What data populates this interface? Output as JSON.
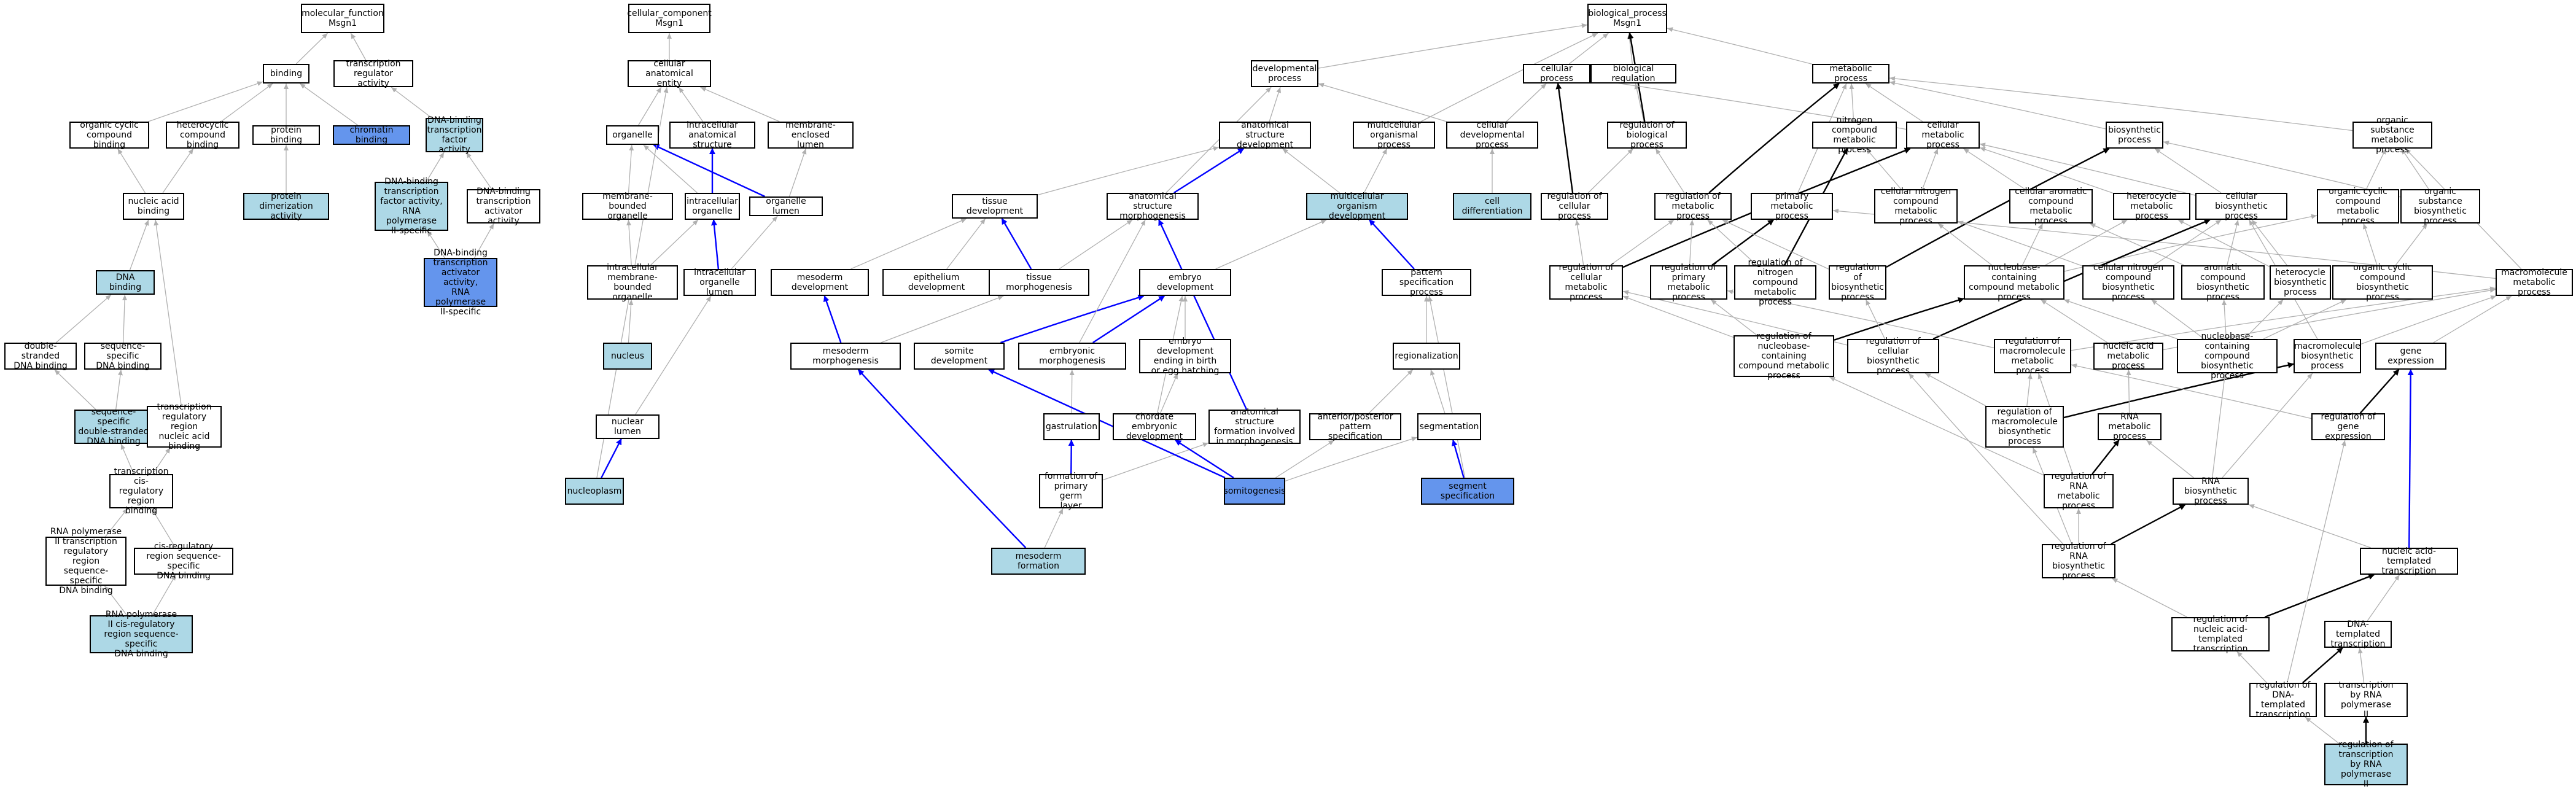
{
  "colors": {
    "light": "#add8e6",
    "dark": "#6495ed",
    "edge_gray": "#b0b0b0",
    "edge_black": "#000000",
    "edge_blue": "#0000ff"
  },
  "nodes": [
    {
      "id": "mf",
      "label": "molecular_function\nMsgn1"
    },
    {
      "id": "binding",
      "label": "binding"
    },
    {
      "id": "trans_reg",
      "label": "transcription\nregulator activity"
    },
    {
      "id": "org_cyc_bind",
      "label": "organic cyclic\ncompound binding"
    },
    {
      "id": "het_bind",
      "label": "heterocyclic\ncompound binding"
    },
    {
      "id": "prot_bind",
      "label": "protein binding"
    },
    {
      "id": "chrom_bind",
      "label": "chromatin binding",
      "color": "dark"
    },
    {
      "id": "dbtf",
      "label": "DNA-binding\ntranscription\nfactor activity",
      "color": "light"
    },
    {
      "id": "pdim",
      "label": "protein dimerization\nactivity",
      "color": "light"
    },
    {
      "id": "dbtf_pol2",
      "label": "DNA-binding\ntranscription\nfactor activity,\nRNA polymerase\nII-specific",
      "color": "light"
    },
    {
      "id": "dbta",
      "label": "DNA-binding\ntranscription\nactivator activity"
    },
    {
      "id": "dbta_pol2",
      "label": "DNA-binding\ntranscription\nactivator activity,\nRNA polymerase\nII-specific",
      "color": "dark"
    },
    {
      "id": "nab",
      "label": "nucleic acid\nbinding"
    },
    {
      "id": "dnab",
      "label": "DNA binding",
      "color": "light"
    },
    {
      "id": "dsdna",
      "label": "double-stranded\nDNA binding"
    },
    {
      "id": "ssdna",
      "label": "sequence-specific\nDNA binding"
    },
    {
      "id": "ssdsdna",
      "label": "sequence-specific\ndouble-stranded\nDNA binding",
      "color": "light"
    },
    {
      "id": "trrnab",
      "label": "transcription\nregulatory region\nnucleic acid\nbinding"
    },
    {
      "id": "tcrb",
      "label": "transcription\ncis-regulatory\nregion binding"
    },
    {
      "id": "pol2trrss",
      "label": "RNA polymerase\nII transcription\nregulatory region\nsequence-specific\nDNA binding"
    },
    {
      "id": "crrss",
      "label": "cis-regulatory\nregion sequence-specific\nDNA binding"
    },
    {
      "id": "pol2crrss",
      "label": "RNA polymerase\nII cis-regulatory\nregion sequence-specific\nDNA binding",
      "color": "light"
    },
    {
      "id": "cc",
      "label": "cellular_component\nMsgn1"
    },
    {
      "id": "cae",
      "label": "cellular anatomical\nentity"
    },
    {
      "id": "organelle",
      "label": "organelle"
    },
    {
      "id": "ias",
      "label": "intracellular\nanatomical structure"
    },
    {
      "id": "mel",
      "label": "membrane-enclosed\nlumen"
    },
    {
      "id": "mbo",
      "label": "membrane-bounded\norganelle"
    },
    {
      "id": "io",
      "label": "intracellular\norganelle"
    },
    {
      "id": "olumen",
      "label": "organelle lumen"
    },
    {
      "id": "imbo",
      "label": "intracellular\nmembrane-bounded\norganelle"
    },
    {
      "id": "iol",
      "label": "intracellular\norganelle lumen"
    },
    {
      "id": "nucleus",
      "label": "nucleus",
      "color": "light"
    },
    {
      "id": "nlumen",
      "label": "nuclear lumen"
    },
    {
      "id": "nucleoplasm",
      "label": "nucleoplasm",
      "color": "light"
    },
    {
      "id": "bp",
      "label": "biological_process\nMsgn1"
    },
    {
      "id": "devp",
      "label": "developmental\nprocess"
    },
    {
      "id": "cellp",
      "label": "cellular process"
    },
    {
      "id": "bioreg",
      "label": "biological regulation"
    },
    {
      "id": "metp",
      "label": "metabolic process"
    },
    {
      "id": "asd",
      "label": "anatomical structure\ndevelopment"
    },
    {
      "id": "mop",
      "label": "multicellular\norganismal process"
    },
    {
      "id": "cdp",
      "label": "cellular developmental\nprocess"
    },
    {
      "id": "rbp",
      "label": "regulation of\nbiological process"
    },
    {
      "id": "ncmp",
      "label": "nitrogen compound\nmetabolic process"
    },
    {
      "id": "cmp",
      "label": "cellular metabolic\nprocess"
    },
    {
      "id": "biosyn",
      "label": "biosynthetic\nprocess"
    },
    {
      "id": "osmp",
      "label": "organic substance\nmetabolic process"
    },
    {
      "id": "tissd",
      "label": "tissue development"
    },
    {
      "id": "asm",
      "label": "anatomical structure\nmorphogenesis"
    },
    {
      "id": "mod",
      "label": "multicellular\norganism development",
      "color": "light"
    },
    {
      "id": "celldiff",
      "label": "cell differentiation",
      "color": "light"
    },
    {
      "id": "rcp",
      "label": "regulation of\ncellular process"
    },
    {
      "id": "rmp",
      "label": "regulation of\nmetabolic process"
    },
    {
      "id": "pmp",
      "label": "primary metabolic\nprocess"
    },
    {
      "id": "cncmp",
      "label": "cellular nitrogen\ncompound metabolic\nprocess"
    },
    {
      "id": "cacmp",
      "label": "cellular aromatic\ncompound metabolic\nprocess"
    },
    {
      "id": "hmp",
      "label": "heterocycle\nmetabolic process"
    },
    {
      "id": "cbp",
      "label": "cellular biosynthetic\nprocess"
    },
    {
      "id": "occmp",
      "label": "organic cyclic\ncompound metabolic\nprocess"
    },
    {
      "id": "osbp",
      "label": "organic substance\nbiosynthetic\nprocess"
    },
    {
      "id": "mesd",
      "label": "mesoderm development"
    },
    {
      "id": "epid",
      "label": "epithelium development"
    },
    {
      "id": "tissm",
      "label": "tissue morphogenesis"
    },
    {
      "id": "embd",
      "label": "embryo development"
    },
    {
      "id": "patspec",
      "label": "pattern specification\nprocess"
    },
    {
      "id": "rcmp",
      "label": "regulation of\ncellular metabolic\nprocess"
    },
    {
      "id": "rpmp",
      "label": "regulation of\nprimary metabolic\nprocess"
    },
    {
      "id": "rncmp",
      "label": "regulation of\nnitrogen compound\nmetabolic process"
    },
    {
      "id": "rbsp",
      "label": "regulation of\nbiosynthetic\nprocess"
    },
    {
      "id": "nbccmp",
      "label": "nucleobase-containing\ncompound metabolic\nprocess"
    },
    {
      "id": "cncbp",
      "label": "cellular nitrogen\ncompound biosynthetic\nprocess"
    },
    {
      "id": "acbp",
      "label": "aromatic compound\nbiosynthetic\nprocess"
    },
    {
      "id": "hbp",
      "label": "heterocycle\nbiosynthetic\nprocess"
    },
    {
      "id": "occbp",
      "label": "organic cyclic\ncompound biosynthetic\nprocess"
    },
    {
      "id": "mmp",
      "label": "macromolecule\nmetabolic process"
    },
    {
      "id": "mesm",
      "label": "mesoderm morphogenesis"
    },
    {
      "id": "somd",
      "label": "somite development"
    },
    {
      "id": "embm",
      "label": "embryonic morphogenesis"
    },
    {
      "id": "embdb",
      "label": "embryo development\nending in birth\nor egg hatching"
    },
    {
      "id": "regionalization",
      "label": "regionalization"
    },
    {
      "id": "rnbccmp",
      "label": "regulation of\nnucleobase-containing\ncompound metabolic\nprocess"
    },
    {
      "id": "rcbp",
      "label": "regulation of\ncellular biosynthetic\nprocess"
    },
    {
      "id": "rmmp",
      "label": "regulation of\nmacromolecule\nmetabolic process"
    },
    {
      "id": "namp",
      "label": "nucleic acid\nmetabolic process"
    },
    {
      "id": "nbccbp",
      "label": "nucleobase-containing\ncompound biosynthetic\nprocess"
    },
    {
      "id": "mbp",
      "label": "macromolecule\nbiosynthetic\nprocess"
    },
    {
      "id": "gexp",
      "label": "gene expression"
    },
    {
      "id": "gastrulation",
      "label": "gastrulation"
    },
    {
      "id": "chord",
      "label": "chordate embryonic\ndevelopment"
    },
    {
      "id": "asfim",
      "label": "anatomical structure\nformation involved\nin morphogenesis"
    },
    {
      "id": "appspec",
      "label": "anterior/posterior\npattern specification"
    },
    {
      "id": "segmentation",
      "label": "segmentation"
    },
    {
      "id": "rmbp",
      "label": "regulation of\nmacromolecule\nbiosynthetic\nprocess"
    },
    {
      "id": "rnamp",
      "label": "RNA metabolic\nprocess"
    },
    {
      "id": "rge",
      "label": "regulation of\ngene expression"
    },
    {
      "id": "fpgl",
      "label": "formation of\nprimary germ\nlayer"
    },
    {
      "id": "somitogenesis",
      "label": "somitogenesis",
      "color": "dark"
    },
    {
      "id": "segspec",
      "label": "segment specification",
      "color": "dark"
    },
    {
      "id": "rrnamp",
      "label": "regulation of\nRNA metabolic\nprocess"
    },
    {
      "id": "rnabp",
      "label": "RNA biosynthetic\nprocess"
    },
    {
      "id": "mesf",
      "label": "mesoderm formation",
      "color": "light"
    },
    {
      "id": "rrnabp",
      "label": "regulation of\nRNA biosynthetic\nprocess"
    },
    {
      "id": "natt",
      "label": "nucleic acid-templated\ntranscription"
    },
    {
      "id": "rnatt",
      "label": "regulation of\nnucleic acid-templated\ntranscription"
    },
    {
      "id": "dtt",
      "label": "DNA-templated\ntranscription"
    },
    {
      "id": "rdtt",
      "label": "regulation of\nDNA-templated\ntranscription"
    },
    {
      "id": "tpol2",
      "label": "transcription\nby RNA polymerase\nII"
    },
    {
      "id": "rtpol2",
      "label": "regulation of\ntranscription\nby RNA polymerase\nII",
      "color": "light"
    }
  ],
  "edges": [
    [
      "binding",
      "mf",
      "gray"
    ],
    [
      "trans_reg",
      "mf",
      "gray"
    ],
    [
      "org_cyc_bind",
      "binding",
      "gray"
    ],
    [
      "het_bind",
      "binding",
      "gray"
    ],
    [
      "prot_bind",
      "binding",
      "gray"
    ],
    [
      "chrom_bind",
      "binding",
      "gray"
    ],
    [
      "dbtf",
      "trans_reg",
      "gray"
    ],
    [
      "pdim",
      "prot_bind",
      "gray"
    ],
    [
      "dbtf_pol2",
      "dbtf",
      "gray"
    ],
    [
      "dbta",
      "dbtf",
      "gray"
    ],
    [
      "dbta_pol2",
      "dbta",
      "gray"
    ],
    [
      "dbta_pol2",
      "dbtf_pol2",
      "gray"
    ],
    [
      "nab",
      "org_cyc_bind",
      "gray"
    ],
    [
      "nab",
      "het_bind",
      "gray"
    ],
    [
      "dnab",
      "nab",
      "gray"
    ],
    [
      "dsdna",
      "dnab",
      "gray"
    ],
    [
      "ssdna",
      "dnab",
      "gray"
    ],
    [
      "ssdsdna",
      "dsdna",
      "gray"
    ],
    [
      "ssdsdna",
      "ssdna",
      "gray"
    ],
    [
      "trrnab",
      "nab",
      "gray"
    ],
    [
      "tcrb",
      "ssdsdna",
      "gray"
    ],
    [
      "tcrb",
      "trrnab",
      "gray"
    ],
    [
      "pol2trrss",
      "tcrb",
      "gray"
    ],
    [
      "crrss",
      "tcrb",
      "gray"
    ],
    [
      "pol2crrss",
      "pol2trrss",
      "gray"
    ],
    [
      "pol2crrss",
      "crrss",
      "gray"
    ],
    [
      "cae",
      "cc",
      "gray"
    ],
    [
      "organelle",
      "cae",
      "gray"
    ],
    [
      "ias",
      "cae",
      "gray"
    ],
    [
      "mel",
      "cae",
      "gray"
    ],
    [
      "mbo",
      "organelle",
      "gray"
    ],
    [
      "io",
      "organelle",
      "gray"
    ],
    [
      "io",
      "ias",
      "blue"
    ],
    [
      "olumen",
      "organelle",
      "blue"
    ],
    [
      "olumen",
      "mel",
      "gray"
    ],
    [
      "imbo",
      "mbo",
      "gray"
    ],
    [
      "imbo",
      "io",
      "gray"
    ],
    [
      "iol",
      "io",
      "blue"
    ],
    [
      "iol",
      "olumen",
      "gray"
    ],
    [
      "nucleus",
      "imbo",
      "gray"
    ],
    [
      "nlumen",
      "iol",
      "gray"
    ],
    [
      "nucleoplasm",
      "nlumen",
      "blue"
    ],
    [
      "nucleoplasm",
      "cae",
      "gray"
    ],
    [
      "devp",
      "bp",
      "gray"
    ],
    [
      "cellp",
      "bp",
      "gray"
    ],
    [
      "bioreg",
      "bp",
      "gray"
    ],
    [
      "metp",
      "bp",
      "gray"
    ],
    [
      "asd",
      "devp",
      "gray"
    ],
    [
      "mop",
      "bp",
      "gray"
    ],
    [
      "cdp",
      "cellp",
      "gray"
    ],
    [
      "cdp",
      "devp",
      "gray"
    ],
    [
      "rbp",
      "bioreg",
      "gray"
    ],
    [
      "rbp",
      "bp",
      "black"
    ],
    [
      "ncmp",
      "metp",
      "gray"
    ],
    [
      "cmp",
      "metp",
      "gray"
    ],
    [
      "cmp",
      "cellp",
      "gray"
    ],
    [
      "biosyn",
      "metp",
      "gray"
    ],
    [
      "osmp",
      "metp",
      "gray"
    ],
    [
      "tissd",
      "asd",
      "gray"
    ],
    [
      "asm",
      "asd",
      "blue"
    ],
    [
      "asm",
      "devp",
      "gray"
    ],
    [
      "mod",
      "asd",
      "gray"
    ],
    [
      "mod",
      "mop",
      "gray"
    ],
    [
      "celldiff",
      "cdp",
      "gray"
    ],
    [
      "rcp",
      "rbp",
      "gray"
    ],
    [
      "rcp",
      "cellp",
      "black"
    ],
    [
      "rmp",
      "rbp",
      "gray"
    ],
    [
      "rmp",
      "metp",
      "black"
    ],
    [
      "pmp",
      "metp",
      "gray"
    ],
    [
      "cncmp",
      "ncmp",
      "gray"
    ],
    [
      "cncmp",
      "cmp",
      "gray"
    ],
    [
      "cacmp",
      "cmp",
      "gray"
    ],
    [
      "hmp",
      "cmp",
      "gray"
    ],
    [
      "cbp",
      "biosyn",
      "gray"
    ],
    [
      "cbp",
      "cmp",
      "gray"
    ],
    [
      "occmp",
      "osmp",
      "gray"
    ],
    [
      "osbp",
      "osmp",
      "gray"
    ],
    [
      "osbp",
      "biosyn",
      "gray"
    ],
    [
      "mesd",
      "tissd",
      "gray"
    ],
    [
      "epid",
      "tissd",
      "gray"
    ],
    [
      "tissm",
      "tissd",
      "blue"
    ],
    [
      "tissm",
      "asm",
      "gray"
    ],
    [
      "embd",
      "mod",
      "gray"
    ],
    [
      "patspec",
      "mod",
      "blue"
    ],
    [
      "rcmp",
      "rcp",
      "gray"
    ],
    [
      "rcmp",
      "rmp",
      "gray"
    ],
    [
      "rcmp",
      "cmp",
      "black"
    ],
    [
      "rpmp",
      "rmp",
      "gray"
    ],
    [
      "rpmp",
      "pmp",
      "black"
    ],
    [
      "rncmp",
      "rmp",
      "gray"
    ],
    [
      "rncmp",
      "ncmp",
      "black"
    ],
    [
      "rbsp",
      "rmp",
      "gray"
    ],
    [
      "rbsp",
      "biosyn",
      "black"
    ],
    [
      "nbccmp",
      "cacmp",
      "gray"
    ],
    [
      "nbccmp",
      "hmp",
      "gray"
    ],
    [
      "nbccmp",
      "cncmp",
      "gray"
    ],
    [
      "nbccmp",
      "occmp",
      "gray"
    ],
    [
      "cncbp",
      "cncmp",
      "gray"
    ],
    [
      "cncbp",
      "cbp",
      "gray"
    ],
    [
      "acbp",
      "cacmp",
      "gray"
    ],
    [
      "acbp",
      "cbp",
      "gray"
    ],
    [
      "hbp",
      "hmp",
      "gray"
    ],
    [
      "hbp",
      "cbp",
      "gray"
    ],
    [
      "occbp",
      "occmp",
      "gray"
    ],
    [
      "occbp",
      "osbp",
      "gray"
    ],
    [
      "mmp",
      "pmp",
      "gray"
    ],
    [
      "mmp",
      "osmp",
      "gray"
    ],
    [
      "mesm",
      "mesd",
      "blue"
    ],
    [
      "mesm",
      "tissm",
      "gray"
    ],
    [
      "somd",
      "embd",
      "blue"
    ],
    [
      "embm",
      "embd",
      "blue"
    ],
    [
      "embm",
      "asm",
      "gray"
    ],
    [
      "embdb",
      "embd",
      "gray"
    ],
    [
      "regionalization",
      "patspec",
      "gray"
    ],
    [
      "rnbccmp",
      "rcmp",
      "gray"
    ],
    [
      "rnbccmp",
      "rpmp",
      "gray"
    ],
    [
      "rnbccmp",
      "nbccmp",
      "black"
    ],
    [
      "rcbp",
      "rcmp",
      "gray"
    ],
    [
      "rcbp",
      "rbsp",
      "gray"
    ],
    [
      "rcbp",
      "cbp",
      "black"
    ],
    [
      "rmmp",
      "rpmp",
      "gray"
    ],
    [
      "rmmp",
      "mmp",
      "gray"
    ],
    [
      "namp",
      "nbccmp",
      "gray"
    ],
    [
      "namp",
      "mmp",
      "gray"
    ],
    [
      "nbccbp",
      "nbccmp",
      "gray"
    ],
    [
      "nbccbp",
      "cncbp",
      "gray"
    ],
    [
      "nbccbp",
      "acbp",
      "gray"
    ],
    [
      "nbccbp",
      "hbp",
      "gray"
    ],
    [
      "nbccbp",
      "occbp",
      "gray"
    ],
    [
      "mbp",
      "mmp",
      "gray"
    ],
    [
      "mbp",
      "cbp",
      "gray"
    ],
    [
      "gexp",
      "mmp",
      "gray"
    ],
    [
      "gastrulation",
      "embm",
      "gray"
    ],
    [
      "chord",
      "embdb",
      "gray"
    ],
    [
      "chord",
      "embd",
      "gray"
    ],
    [
      "asfim",
      "asm",
      "blue"
    ],
    [
      "appspec",
      "regionalization",
      "gray"
    ],
    [
      "segmentation",
      "regionalization",
      "gray"
    ],
    [
      "rmbp",
      "rmmp",
      "gray"
    ],
    [
      "rmbp",
      "rcbp",
      "gray"
    ],
    [
      "rmbp",
      "mbp",
      "black"
    ],
    [
      "rnamp",
      "namp",
      "gray"
    ],
    [
      "rge",
      "rmmp",
      "gray"
    ],
    [
      "rge",
      "gexp",
      "black"
    ],
    [
      "fpgl",
      "gastrulation",
      "blue"
    ],
    [
      "fpgl",
      "asfim",
      "gray"
    ],
    [
      "somitogenesis",
      "somd",
      "blue"
    ],
    [
      "somitogenesis",
      "chord",
      "blue"
    ],
    [
      "somitogenesis",
      "segmentation",
      "gray"
    ],
    [
      "somitogenesis",
      "appspec",
      "gray"
    ],
    [
      "segspec",
      "segmentation",
      "blue"
    ],
    [
      "segspec",
      "patspec",
      "gray"
    ],
    [
      "rrnamp",
      "rmmp",
      "gray"
    ],
    [
      "rrnamp",
      "rnamp",
      "black"
    ],
    [
      "rrnamp",
      "rnbccmp",
      "gray"
    ],
    [
      "rnabp",
      "rnamp",
      "gray"
    ],
    [
      "rnabp",
      "nbccbp",
      "gray"
    ],
    [
      "rnabp",
      "mbp",
      "gray"
    ],
    [
      "mesf",
      "fpgl",
      "gray"
    ],
    [
      "mesf",
      "mesm",
      "blue"
    ],
    [
      "rrnabp",
      "rrnamp",
      "gray"
    ],
    [
      "rrnabp",
      "rnabp",
      "black"
    ],
    [
      "rrnabp",
      "rcbp",
      "gray"
    ],
    [
      "rrnabp",
      "rmbp",
      "gray"
    ],
    [
      "natt",
      "rnabp",
      "gray"
    ],
    [
      "natt",
      "gexp",
      "blue"
    ],
    [
      "rnatt",
      "rrnabp",
      "gray"
    ],
    [
      "rnatt",
      "natt",
      "black"
    ],
    [
      "dtt",
      "natt",
      "gray"
    ],
    [
      "rdtt",
      "rnatt",
      "gray"
    ],
    [
      "rdtt",
      "dtt",
      "black"
    ],
    [
      "rdtt",
      "rge",
      "gray"
    ],
    [
      "tpol2",
      "dtt",
      "gray"
    ],
    [
      "rtpol2",
      "rdtt",
      "gray"
    ],
    [
      "rtpol2",
      "tpol2",
      "black"
    ]
  ]
}
